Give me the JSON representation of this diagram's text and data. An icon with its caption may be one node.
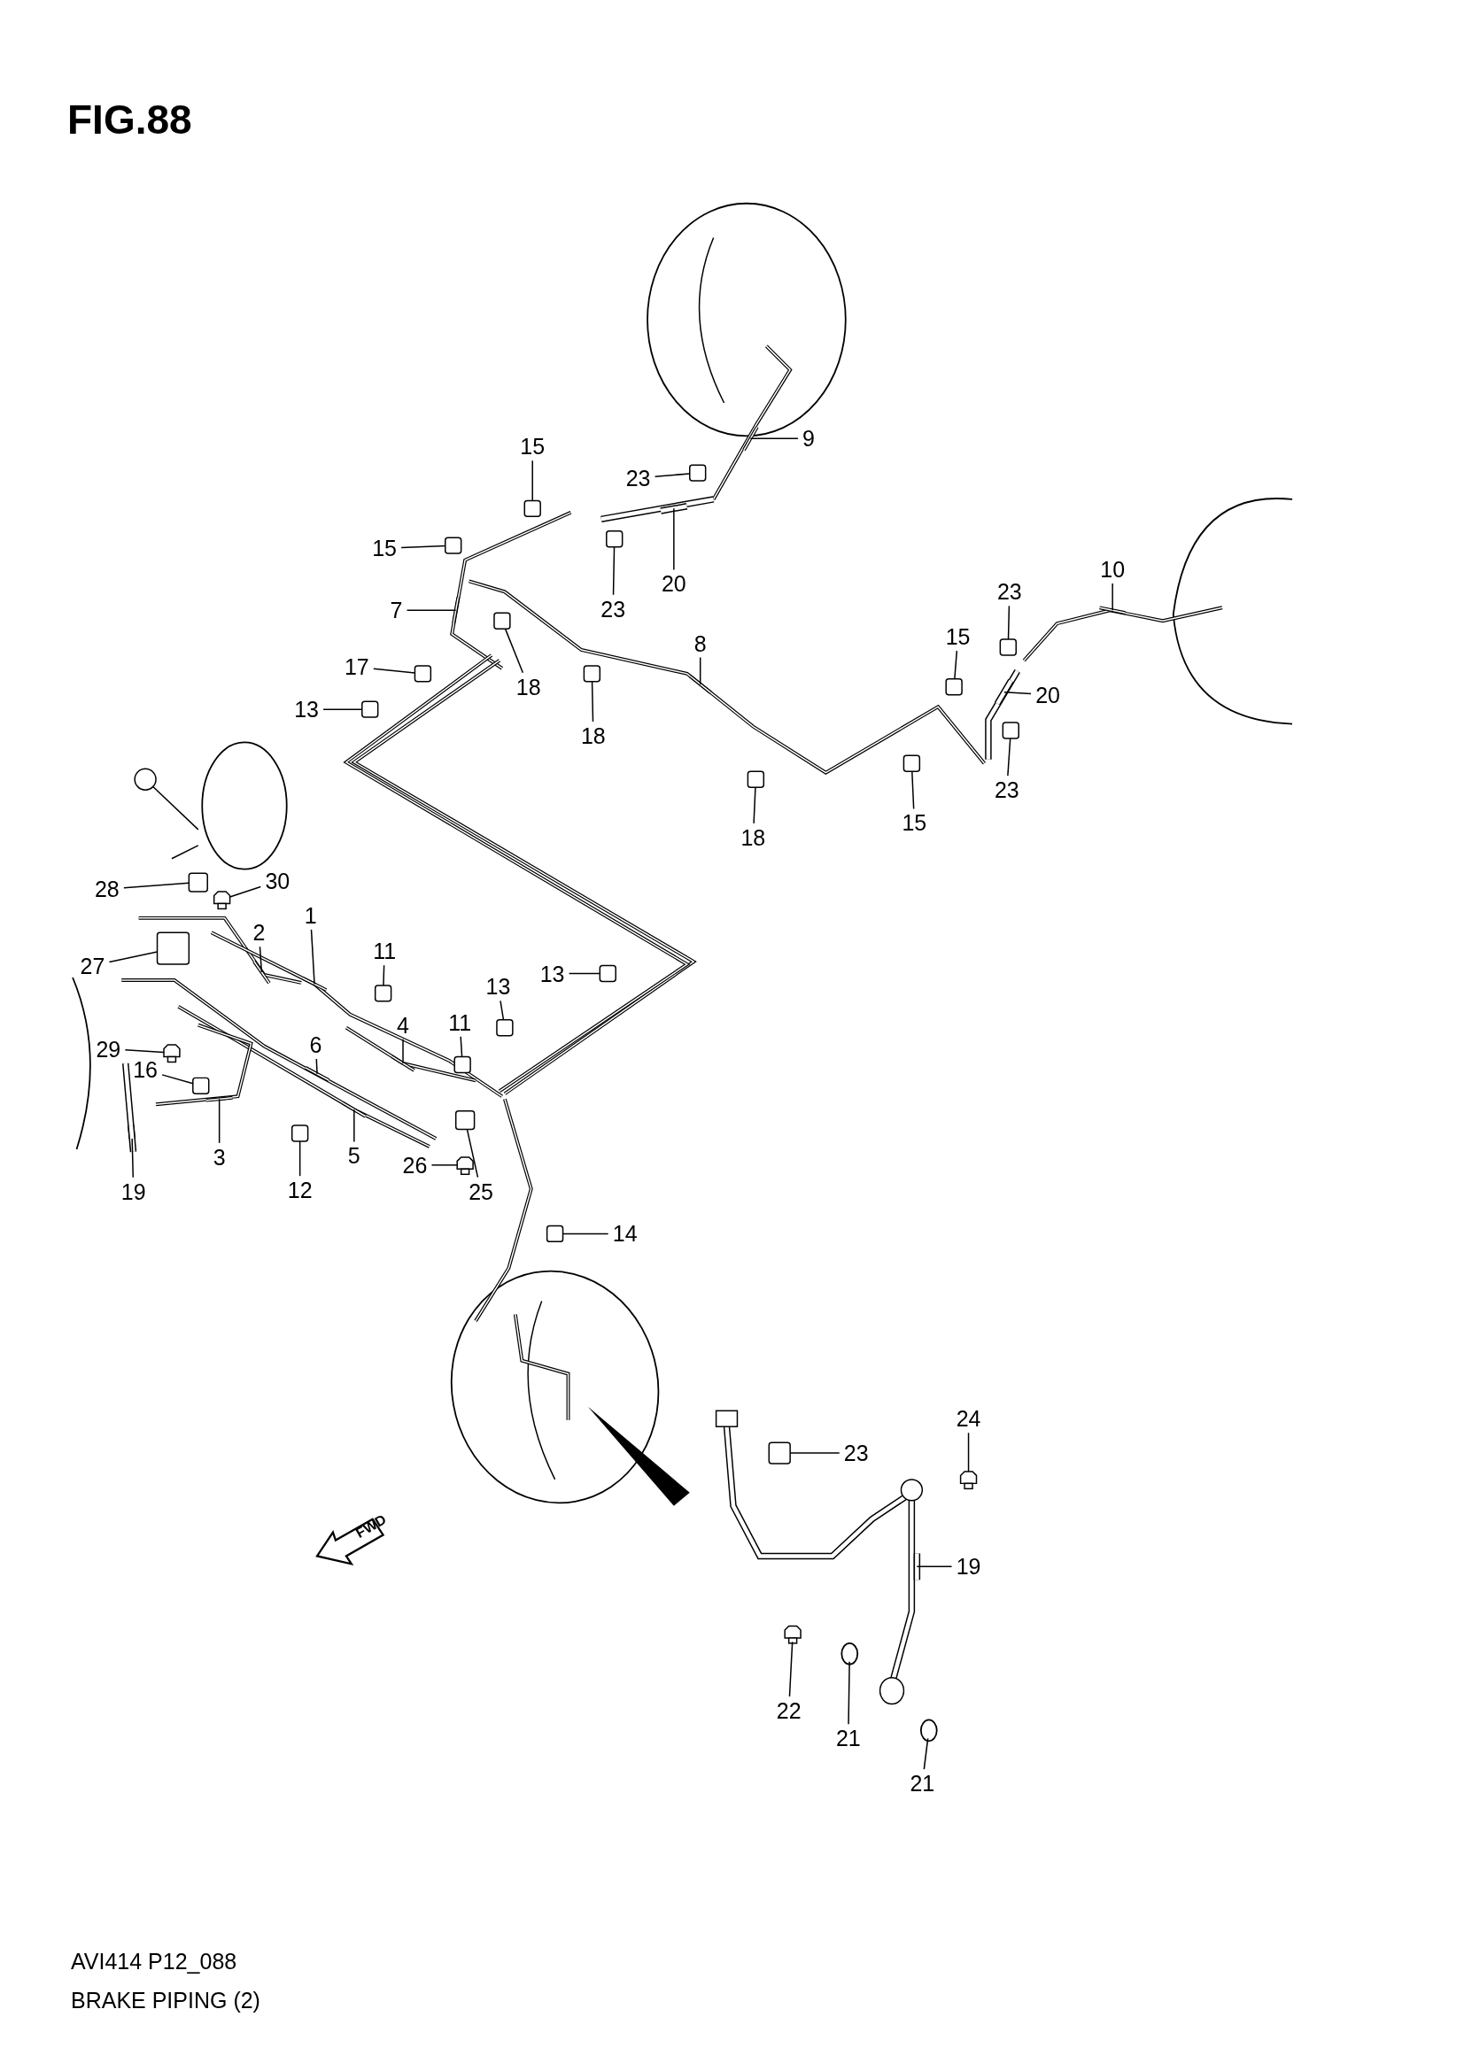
{
  "diagram": {
    "title": "FIG.88",
    "nodes": [
      {
        "text": [
          "15"
        ]
      },
      {
        "text": [
          "23"
        ]
      },
      {
        "text": [
          "9"
        ]
      },
      {
        "text": [
          "15"
        ]
      },
      {
        "text": [
          "7"
        ]
      },
      {
        "text": [
          "23"
        ]
      },
      {
        "text": [
          "20"
        ]
      },
      {
        "text": [
          "10"
        ]
      },
      {
        "text": [
          "23"
        ]
      },
      {
        "text": [
          "15"
        ]
      },
      {
        "text": [
          "8"
        ]
      },
      {
        "text": [
          "20"
        ]
      },
      {
        "text": [
          "17"
        ]
      },
      {
        "text": [
          "18"
        ]
      },
      {
        "text": [
          "13"
        ]
      },
      {
        "text": [
          "18"
        ]
      },
      {
        "text": [
          "23"
        ]
      },
      {
        "text": [
          "18"
        ]
      },
      {
        "text": [
          "15"
        ]
      },
      {
        "text": [
          "28"
        ]
      },
      {
        "text": [
          "30"
        ]
      },
      {
        "text": [
          "2"
        ]
      },
      {
        "text": [
          "1"
        ]
      },
      {
        "text": [
          "11"
        ]
      },
      {
        "text": [
          "27"
        ]
      },
      {
        "text": [
          "13"
        ]
      },
      {
        "text": [
          "13"
        ]
      },
      {
        "text": [
          "11"
        ]
      },
      {
        "text": [
          "4"
        ]
      },
      {
        "text": [
          "29"
        ]
      },
      {
        "text": [
          "6"
        ]
      },
      {
        "text": [
          "16"
        ]
      },
      {
        "text": [
          "5"
        ]
      },
      {
        "text": [
          "3"
        ]
      },
      {
        "text": [
          "19"
        ]
      },
      {
        "text": [
          "12"
        ]
      },
      {
        "text": [
          "26"
        ]
      },
      {
        "text": [
          "25"
        ]
      },
      {
        "text": [
          "14"
        ]
      },
      {
        "text": [
          "24"
        ]
      },
      {
        "text": [
          "23"
        ]
      },
      {
        "text": [
          "19"
        ]
      },
      {
        "text": [
          "22"
        ]
      },
      {
        "text": [
          "21"
        ]
      },
      {
        "text": [
          "21"
        ]
      },
      {
        "text": [],
        "shape": "box"
      },
      {
        "text": [],
        "shape": "box"
      },
      {
        "text": [],
        "shape": "pipe"
      },
      {
        "text": [],
        "shape": "box"
      },
      {
        "text": [],
        "shape": "pipe"
      },
      {
        "text": [],
        "shape": "box"
      },
      {
        "text": [],
        "shape": "pipe"
      },
      {
        "text": [],
        "shape": "pipe"
      },
      {
        "text": [],
        "shape": "box"
      },
      {
        "text": [],
        "shape": "box"
      },
      {
        "text": [],
        "shape": "pipe"
      },
      {
        "text": [],
        "shape": "pipe"
      },
      {
        "text": [],
        "shape": "box"
      },
      {
        "text": [],
        "shape": "box"
      },
      {
        "text": [],
        "shape": "box"
      },
      {
        "text": [],
        "shape": "box"
      },
      {
        "text": [],
        "shape": "box"
      },
      {
        "text": [],
        "shape": "box"
      },
      {
        "text": [],
        "shape": "box"
      },
      {
        "text": [],
        "shape": "box"
      },
      {
        "text": [],
        "shape": "bolt"
      },
      {
        "text": [],
        "shape": "pipe"
      },
      {
        "text": [],
        "shape": "pipe"
      },
      {
        "text": [],
        "shape": "box"
      },
      {
        "text": [],
        "shape": "box"
      },
      {
        "text": [],
        "shape": "box"
      },
      {
        "text": [],
        "shape": "box"
      },
      {
        "text": [],
        "shape": "box"
      },
      {
        "text": [],
        "shape": "pipe"
      },
      {
        "text": [],
        "shape": "bolt"
      },
      {
        "text": [],
        "shape": "pipe"
      },
      {
        "text": [],
        "shape": "box"
      },
      {
        "text": [],
        "shape": "pipe"
      },
      {
        "text": [],
        "shape": "pipe"
      },
      {
        "text": [],
        "shape": "pipe"
      },
      {
        "text": [],
        "shape": "box"
      },
      {
        "text": [],
        "shape": "bolt"
      },
      {
        "text": [],
        "shape": "box"
      },
      {
        "text": [],
        "shape": "box"
      },
      {
        "text": [],
        "shape": "bolt"
      },
      {
        "text": [],
        "shape": "box"
      },
      {
        "text": [],
        "shape": "pipe"
      },
      {
        "text": [],
        "shape": "bolt"
      },
      {
        "text": [],
        "shape": "circle"
      },
      {
        "text": [],
        "shape": "circle"
      }
    ],
    "edges": [
      {
        "from": 0,
        "to": 45,
        "arrow": "none"
      },
      {
        "from": 1,
        "to": 46,
        "arrow": "none"
      },
      {
        "from": 2,
        "to": 47,
        "arrow": "none"
      },
      {
        "from": 3,
        "to": 48,
        "arrow": "none"
      },
      {
        "from": 4,
        "to": 49,
        "arrow": "none"
      },
      {
        "from": 5,
        "to": 50,
        "arrow": "none"
      },
      {
        "from": 6,
        "to": 51,
        "arrow": "none"
      },
      {
        "from": 7,
        "to": 52,
        "arrow": "none"
      },
      {
        "from": 8,
        "to": 53,
        "arrow": "none"
      },
      {
        "from": 9,
        "to": 54,
        "arrow": "none"
      },
      {
        "from": 10,
        "to": 55,
        "arrow": "none"
      },
      {
        "from": 11,
        "to": 56,
        "arrow": "none"
      },
      {
        "from": 12,
        "to": 57,
        "arrow": "none"
      },
      {
        "from": 13,
        "to": 58,
        "arrow": "none"
      },
      {
        "from": 14,
        "to": 59,
        "arrow": "none"
      },
      {
        "from": 15,
        "to": 60,
        "arrow": "none"
      },
      {
        "from": 16,
        "to": 61,
        "arrow": "none"
      },
      {
        "from": 17,
        "to": 62,
        "arrow": "none"
      },
      {
        "from": 18,
        "to": 63,
        "arrow": "none"
      },
      {
        "from": 19,
        "to": 64,
        "arrow": "none"
      },
      {
        "from": 20,
        "to": 65,
        "arrow": "none"
      },
      {
        "from": 21,
        "to": 66,
        "arrow": "none"
      },
      {
        "from": 22,
        "to": 67,
        "arrow": "none"
      },
      {
        "from": 23,
        "to": 68,
        "arrow": "none"
      },
      {
        "from": 24,
        "to": 69,
        "arrow": "none"
      },
      {
        "from": 25,
        "to": 70,
        "arrow": "none"
      },
      {
        "from": 26,
        "to": 71,
        "arrow": "none"
      },
      {
        "from": 27,
        "to": 72,
        "arrow": "none"
      },
      {
        "from": 28,
        "to": 73,
        "arrow": "none"
      },
      {
        "from": 29,
        "to": 74,
        "arrow": "none"
      },
      {
        "from": 30,
        "to": 75,
        "arrow": "none"
      },
      {
        "from": 31,
        "to": 76,
        "arrow": "none"
      },
      {
        "from": 32,
        "to": 77,
        "arrow": "none"
      },
      {
        "from": 33,
        "to": 78,
        "arrow": "none"
      },
      {
        "from": 34,
        "to": 79,
        "arrow": "none"
      },
      {
        "from": 35,
        "to": 80,
        "arrow": "none"
      },
      {
        "from": 36,
        "to": 81,
        "arrow": "none"
      },
      {
        "from": 37,
        "to": 82,
        "arrow": "none"
      },
      {
        "from": 38,
        "to": 83,
        "arrow": "none"
      },
      {
        "from": 39,
        "to": 84,
        "arrow": "none"
      },
      {
        "from": 40,
        "to": 85,
        "arrow": "none"
      },
      {
        "from": 41,
        "to": 86,
        "arrow": "none"
      },
      {
        "from": 42,
        "to": 87,
        "arrow": "none"
      },
      {
        "from": 43,
        "to": 88,
        "arrow": "none"
      },
      {
        "from": 44,
        "to": 89,
        "arrow": "none"
      }
    ],
    "labels": [
      "FWD",
      "AVI414 P12_088",
      "BRAKE PIPING (2)"
    ]
  }
}
